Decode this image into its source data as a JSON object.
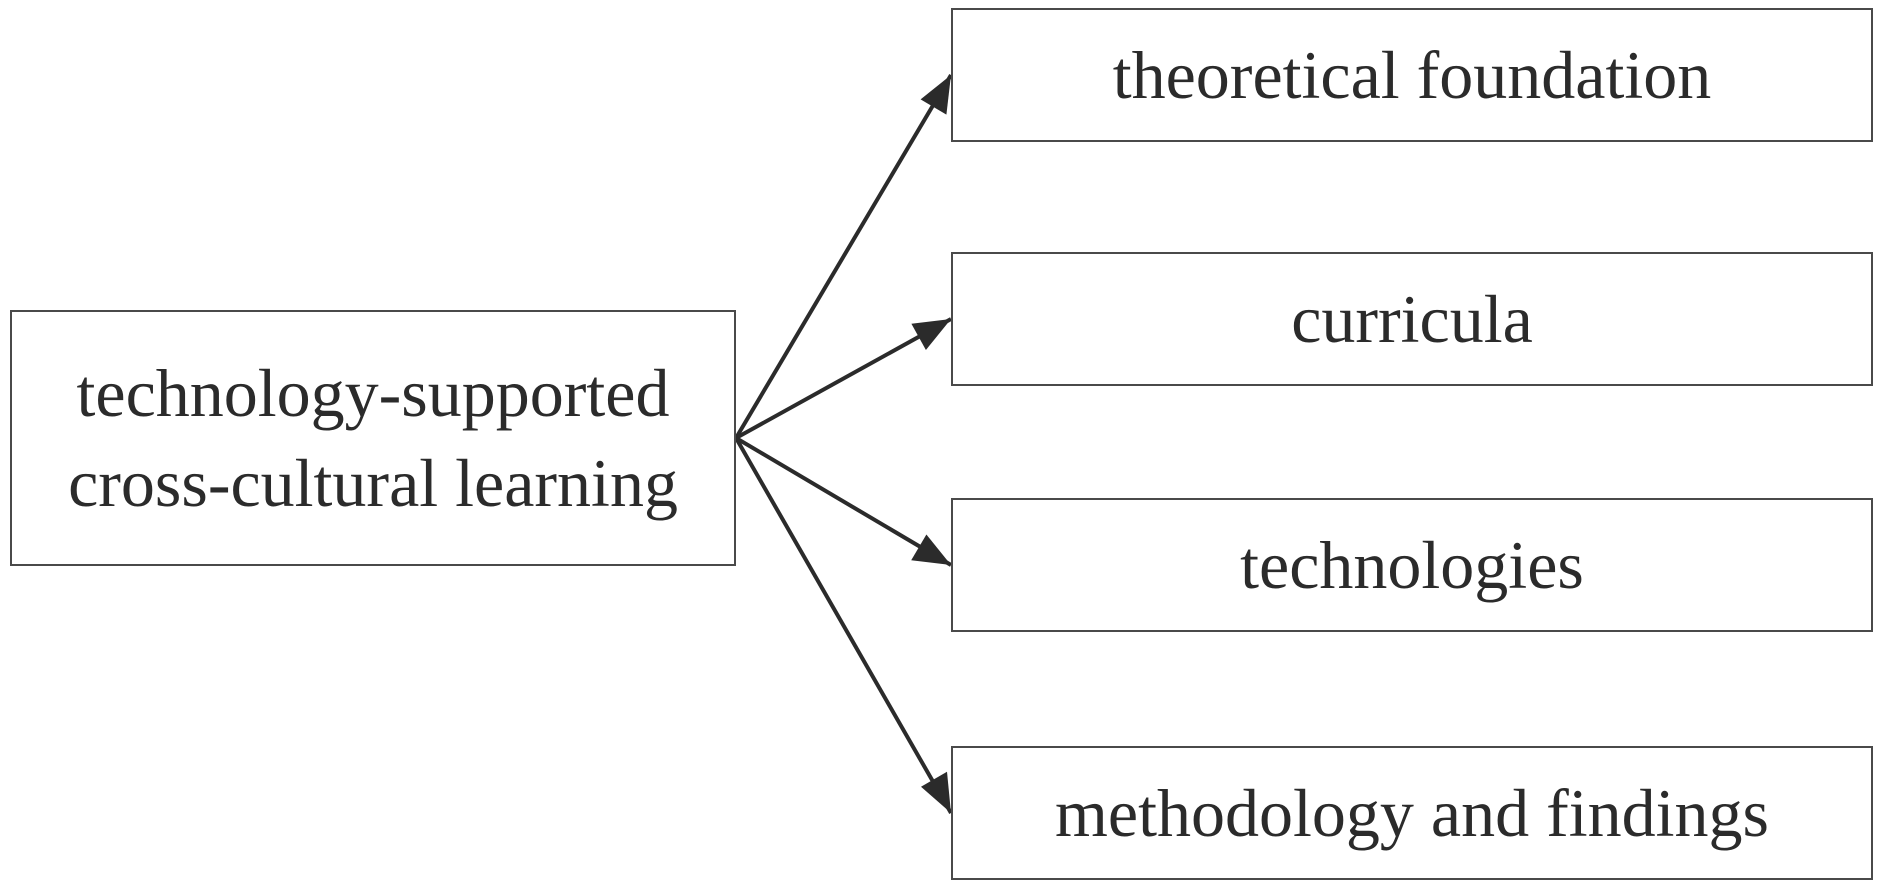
{
  "root": {
    "line1": "technology-supported",
    "line2": "cross-cultural learning"
  },
  "children": [
    {
      "label": "theoretical foundation"
    },
    {
      "label": "curricula"
    },
    {
      "label": "technologies"
    },
    {
      "label": "methodology and findings"
    }
  ],
  "colors": {
    "edge": "#2b2b2b",
    "border": "#4a4a4a",
    "text": "#2b2b2b"
  }
}
